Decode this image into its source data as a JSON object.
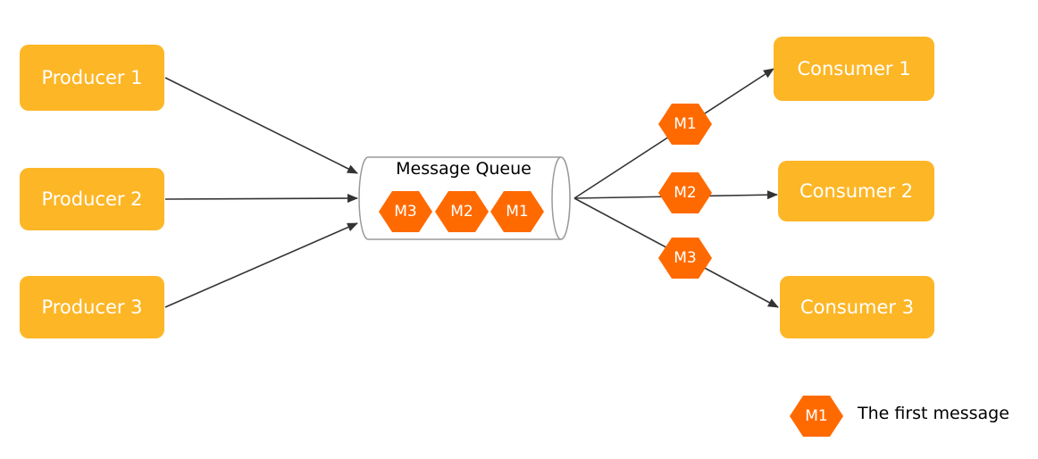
{
  "producers": [
    "Producer 1",
    "Producer 2",
    "Producer 3"
  ],
  "queue": {
    "title": "Message Queue",
    "messages": [
      "M3",
      "M2",
      "M1"
    ]
  },
  "consumers": [
    "Consumer 1",
    "Consumer 2",
    "Consumer 3"
  ],
  "deliveries": [
    {
      "message": "M1",
      "to": "Consumer 1"
    },
    {
      "message": "M2",
      "to": "Consumer 2"
    },
    {
      "message": "M3",
      "to": "Consumer 3"
    }
  ],
  "legend": {
    "symbol": "M1",
    "text": "The first message"
  },
  "colors": {
    "node": "#FDB626",
    "message": "#FF6A00",
    "edge": "#333333"
  }
}
